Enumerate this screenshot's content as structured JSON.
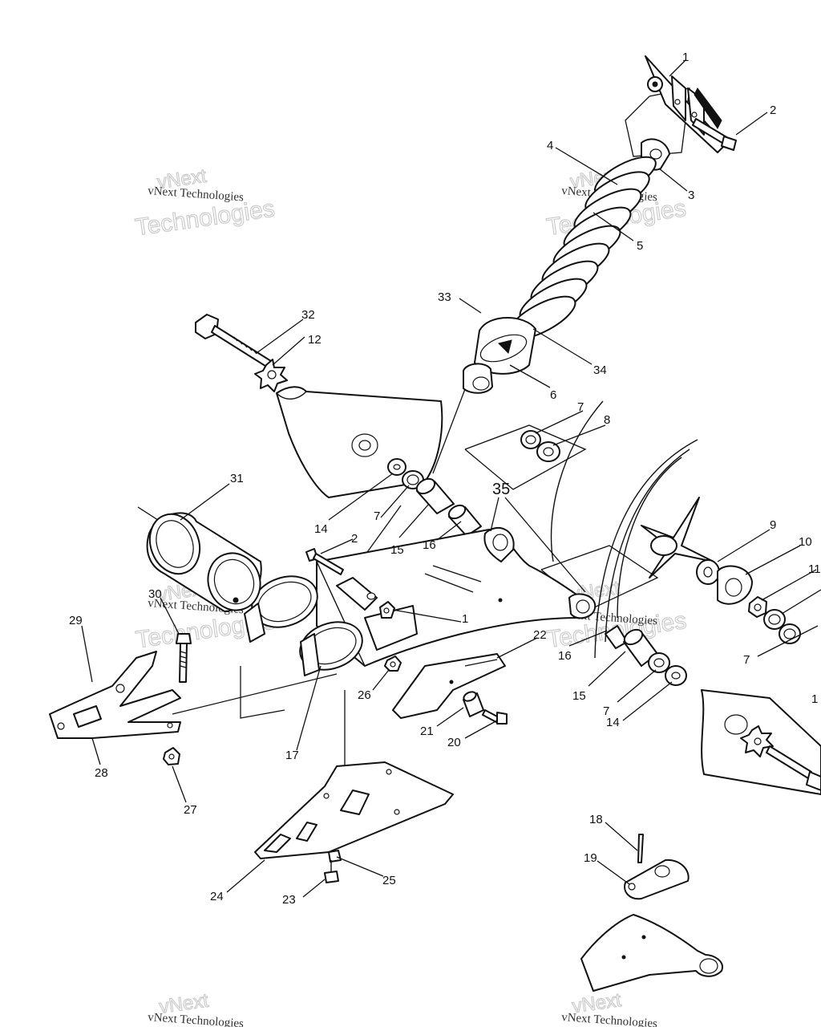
{
  "watermarks": {
    "brand_line1": "vNext",
    "brand_line2": "Technologies",
    "brand_full": "vNext Technologies"
  },
  "callouts": [
    {
      "id": "c1a",
      "label": "1"
    },
    {
      "id": "c2a",
      "label": "2"
    },
    {
      "id": "c3",
      "label": "3"
    },
    {
      "id": "c4",
      "label": "4"
    },
    {
      "id": "c5",
      "label": "5"
    },
    {
      "id": "c6",
      "label": "6"
    },
    {
      "id": "c7a",
      "label": "7"
    },
    {
      "id": "c8",
      "label": "8"
    },
    {
      "id": "c9",
      "label": "9"
    },
    {
      "id": "c10",
      "label": "10"
    },
    {
      "id": "c11",
      "label": "11"
    },
    {
      "id": "c12",
      "label": "12"
    },
    {
      "id": "c14a",
      "label": "14"
    },
    {
      "id": "c7b",
      "label": "7"
    },
    {
      "id": "c15a",
      "label": "15"
    },
    {
      "id": "c16a",
      "label": "16"
    },
    {
      "id": "c35",
      "label": "35"
    },
    {
      "id": "c2b",
      "label": "2"
    },
    {
      "id": "c1b",
      "label": "1"
    },
    {
      "id": "c22",
      "label": "22"
    },
    {
      "id": "c16b",
      "label": "16"
    },
    {
      "id": "c15b",
      "label": "15"
    },
    {
      "id": "c7c",
      "label": "7"
    },
    {
      "id": "c14b",
      "label": "14"
    },
    {
      "id": "c7d",
      "label": "7"
    },
    {
      "id": "c31",
      "label": "31"
    },
    {
      "id": "c30",
      "label": "30"
    },
    {
      "id": "c29",
      "label": "29"
    },
    {
      "id": "c28",
      "label": "28"
    },
    {
      "id": "c27",
      "label": "27"
    },
    {
      "id": "c26",
      "label": "26"
    },
    {
      "id": "c17",
      "label": "17"
    },
    {
      "id": "c21",
      "label": "21"
    },
    {
      "id": "c20",
      "label": "20"
    },
    {
      "id": "c24",
      "label": "24"
    },
    {
      "id": "c23",
      "label": "23"
    },
    {
      "id": "c25",
      "label": "25"
    },
    {
      "id": "c18",
      "label": "18"
    },
    {
      "id": "c19",
      "label": "19"
    },
    {
      "id": "c32",
      "label": "32"
    },
    {
      "id": "c33",
      "label": "33"
    },
    {
      "id": "c34",
      "label": "34"
    },
    {
      "id": "c13",
      "label": "1"
    }
  ]
}
